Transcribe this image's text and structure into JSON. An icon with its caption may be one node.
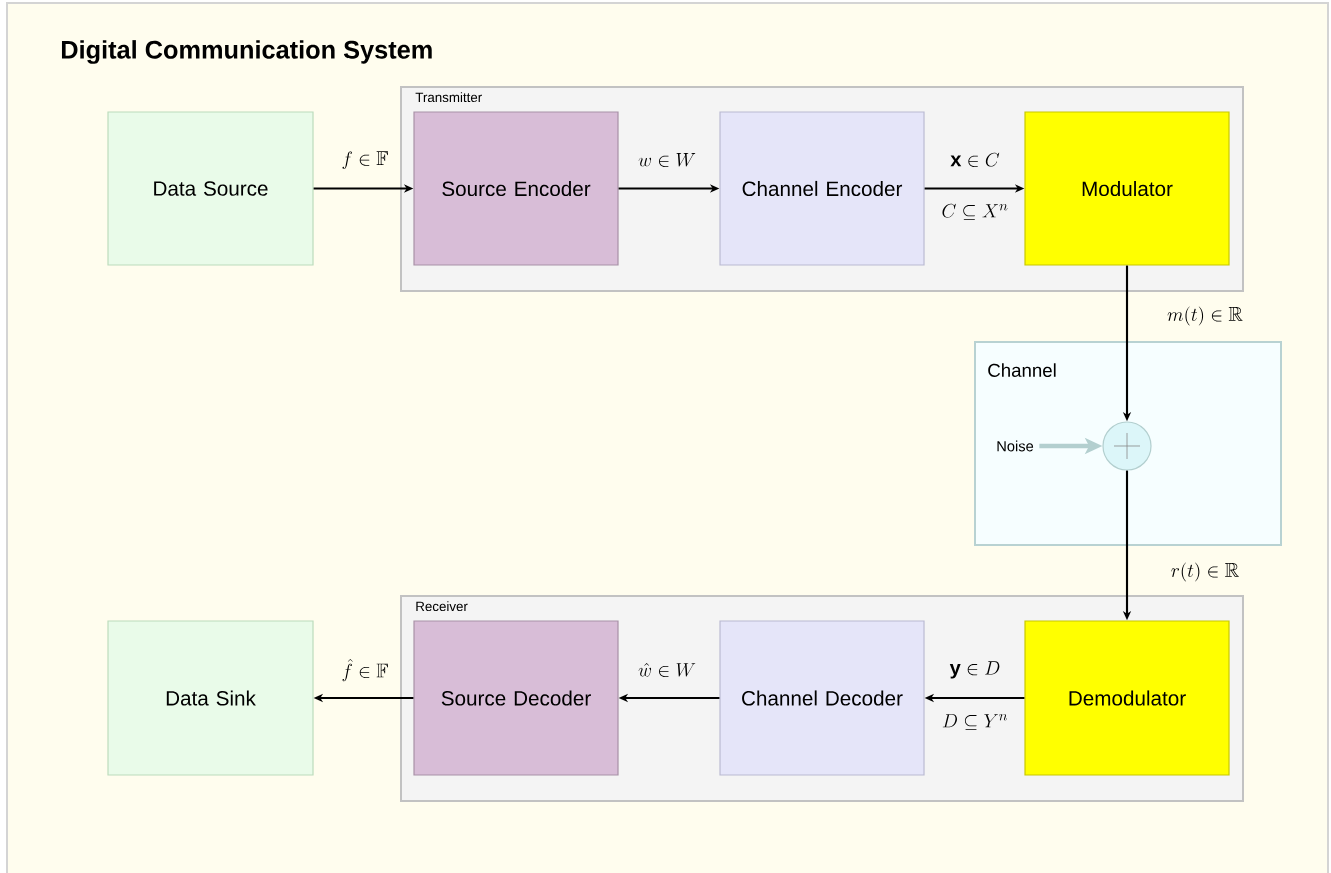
{
  "diagram": {
    "title": "Digital Communication System",
    "nodes": [
      {
        "text": [
          "Data Source"
        ]
      },
      {
        "text": [
          "Transmitter"
        ]
      },
      {
        "text": [
          "Source Encoder"
        ],
        "in": 1
      },
      {
        "text": [
          "Channel Encoder"
        ],
        "in": 1
      },
      {
        "text": [
          "Modulator"
        ],
        "in": 1
      },
      {
        "text": [
          "Channel"
        ]
      },
      {
        "text": [
          "Noise"
        ],
        "in": 5
      },
      {
        "text": [],
        "shape": "circle",
        "in": 5
      },
      {
        "text": [
          "Data Sink"
        ]
      },
      {
        "text": [
          "Receiver"
        ]
      },
      {
        "text": [
          "Source Decoder"
        ],
        "in": 9
      },
      {
        "text": [
          "Channel Decoder"
        ],
        "in": 9
      },
      {
        "text": [
          "Demodulator"
        ],
        "in": 9
      }
    ],
    "edges": [
      {
        "from": 0,
        "to": 2,
        "arrow": "to",
        "label": "f \\in \\mathbb{F}"
      },
      {
        "from": 2,
        "to": 3,
        "arrow": "to",
        "label": "w \\in W"
      },
      {
        "from": 3,
        "to": 4,
        "arrow": "to",
        "label": "\\mathbf{x} \\in C"
      },
      {
        "from": 4,
        "to": 7,
        "arrow": "to",
        "label": "m(t) \\in \\mathbb{R}"
      },
      {
        "from": 6,
        "to": 7,
        "arrow": "to",
        "style": "thick",
        "color": "#b3cfcf"
      },
      {
        "from": 7,
        "to": 12,
        "arrow": "to",
        "label": "r(t) \\in \\mathbb{R}"
      },
      {
        "from": 12,
        "to": 11,
        "arrow": "to",
        "label": "\\mathbf{y} \\in D"
      },
      {
        "from": 11,
        "to": 10,
        "arrow": "to",
        "label": "\\hat{w} \\in W"
      },
      {
        "from": 10,
        "to": 8,
        "arrow": "to",
        "label": "\\hat{f} \\in \\mathbb{F}"
      }
    ],
    "labels": [
      "C \\subseteq X^n",
      "D \\subseteq Y^n"
    ]
  }
}
